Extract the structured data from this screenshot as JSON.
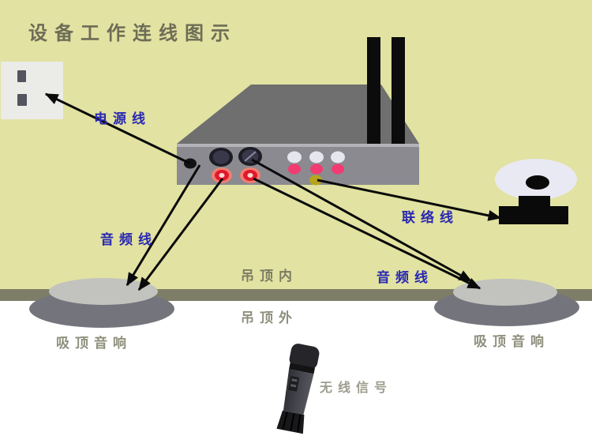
{
  "title": "设备工作连线图示",
  "labels": {
    "power_cable": "电源线",
    "audio_cable_left": "音频线",
    "audio_cable_right": "音频线",
    "link_cable": "联络线",
    "ceiling_inside": "吊顶内",
    "ceiling_outside": "吊顶外",
    "ceiling_speaker_left": "吸顶音响",
    "ceiling_speaker_right": "吸顶音响",
    "wireless_signal": "无线信号"
  },
  "colors": {
    "background_upper": "#e2e2a2",
    "ceiling_band": "#7e7e68",
    "background_lower": "#ffffff",
    "cable_label_blue": "#2828b2",
    "area_label_gray": "#82826c",
    "title_color": "#6d6d57",
    "arrow": "#0a0a0a",
    "device_top": "#6f6f6f",
    "device_front": "#8a8a90",
    "led_white": "#e6e6ef",
    "led_pink": "#f23b71",
    "jack_red": "#e2182e",
    "jack_yellow": "#b6a51c"
  }
}
